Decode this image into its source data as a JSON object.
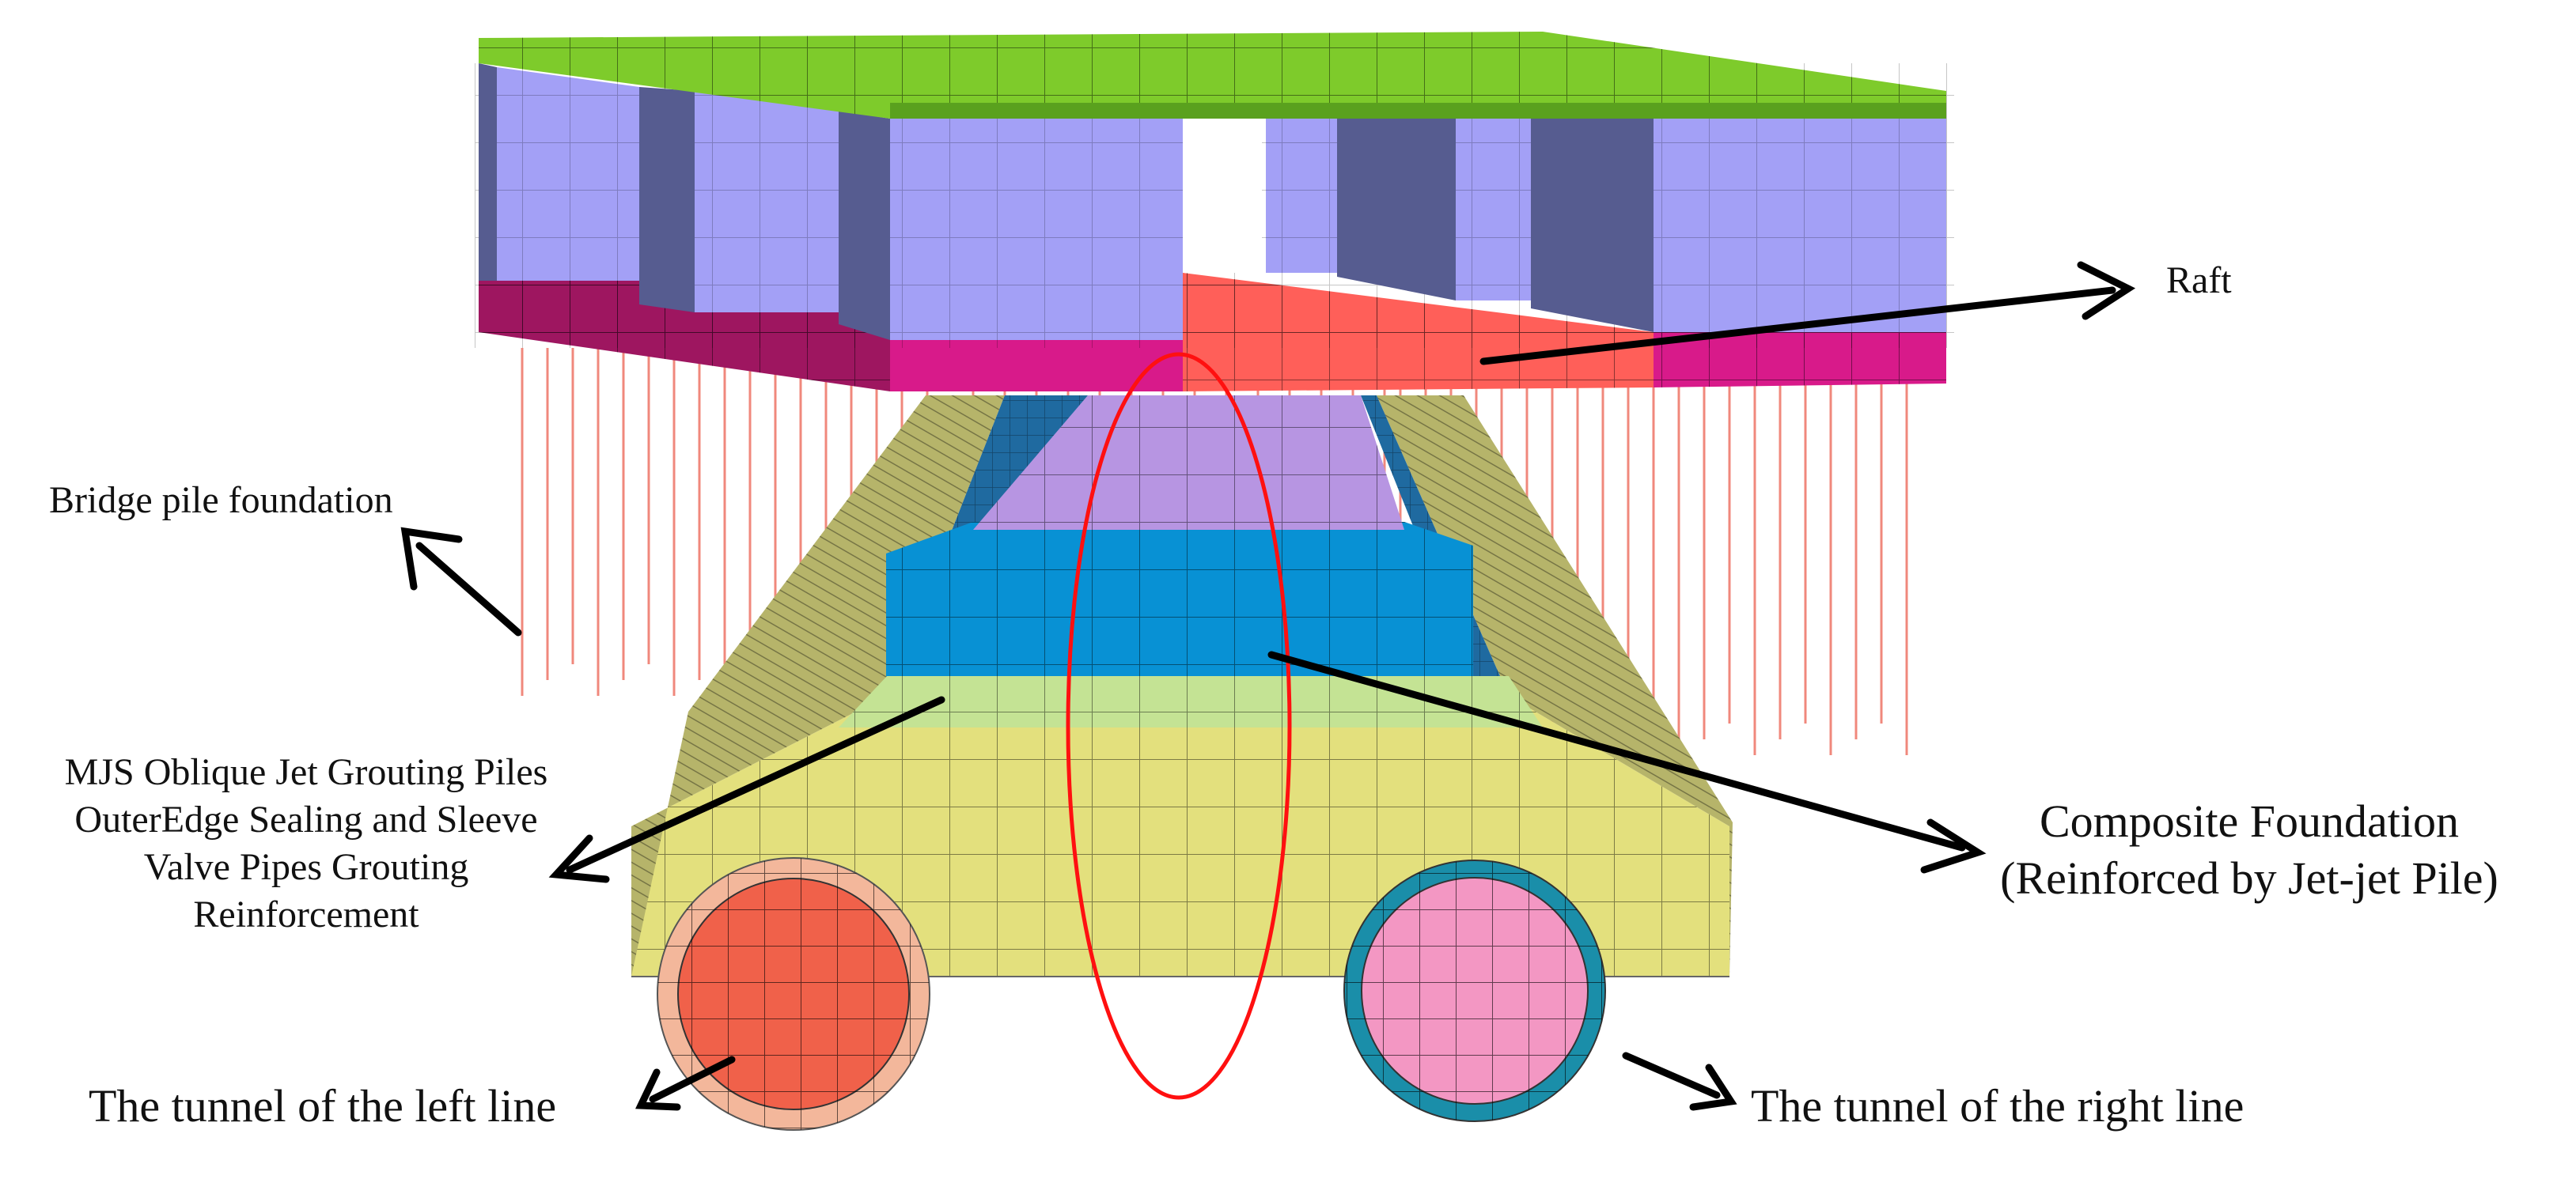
{
  "labels": {
    "raft": "Raft",
    "bridge_pile_foundation": "Bridge pile foundation",
    "mjs_lines": [
      "MJS Oblique Jet Grouting Piles",
      "OuterEdge Sealing and Sleeve",
      "Valve Pipes Grouting",
      "Reinforcement"
    ],
    "composite_lines": [
      "Composite Foundation",
      "(Reinforced by Jet-jet Pile)"
    ],
    "tunnel_left": "The tunnel of the left line",
    "tunnel_right": "The tunnel of the right line"
  },
  "colors": {
    "raft_top": "#7ecb2b",
    "raft_walls": "#a3a0f6",
    "raft_walls_dark": "#565c90",
    "raft_base": "#d81a8a",
    "raft_base_dark": "#9e1660",
    "raft_center": "#ff5f59",
    "piles": "#f0887c",
    "side_grout": "#1f6aa0",
    "blue_block": "#0891d4",
    "purple_block": "#b795e2",
    "light_green_band": "#c4e394",
    "yellow_block": "#e3e07d",
    "left_tunnel_inner": "#f0614a",
    "left_tunnel_ring": "#f3b79b",
    "right_tunnel_inner": "#f397c3",
    "right_tunnel_ring": "#1a8ea9",
    "highlight_ellipse": "#ff1010",
    "arrows": "#000000"
  }
}
